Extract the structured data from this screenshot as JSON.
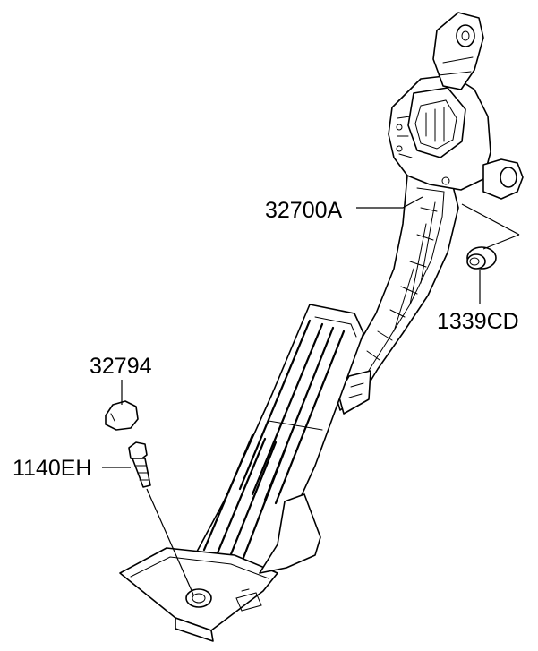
{
  "labels": {
    "pedal_assembly": "32700A",
    "bushing": "1339CD",
    "cap": "32794",
    "bolt": "1140EH"
  }
}
